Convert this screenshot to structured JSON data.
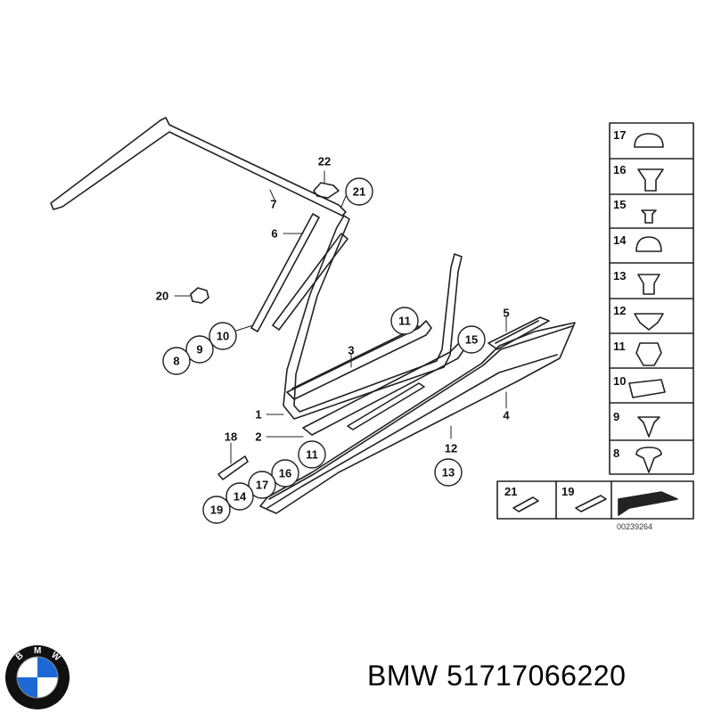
{
  "diagram": {
    "callouts": {
      "c1": "1",
      "c2": "2",
      "c3": "3",
      "c4": "4",
      "c5": "5",
      "c6": "6",
      "c7": "7",
      "c8": "8",
      "c9": "9",
      "c10": "10",
      "c11a": "11",
      "c11b": "11",
      "c12": "12",
      "c13": "13",
      "c14": "14",
      "c15": "15",
      "c16": "16",
      "c17": "17",
      "c18": "18",
      "c19": "19",
      "c20": "20",
      "c21": "21",
      "c22": "22"
    },
    "parts_panel": [
      "17",
      "16",
      "15",
      "14",
      "13",
      "12",
      "11",
      "10",
      "9",
      "8"
    ],
    "bottom_panel": {
      "left": "21",
      "right": "19"
    },
    "drawing_number": "00239264"
  },
  "logo": {
    "letters": "BMW",
    "colors": {
      "blue": "#1c69d4",
      "ring": "#111111",
      "white": "#ffffff"
    }
  },
  "caption": {
    "brand": "BMW",
    "part_number": "51717066220"
  }
}
